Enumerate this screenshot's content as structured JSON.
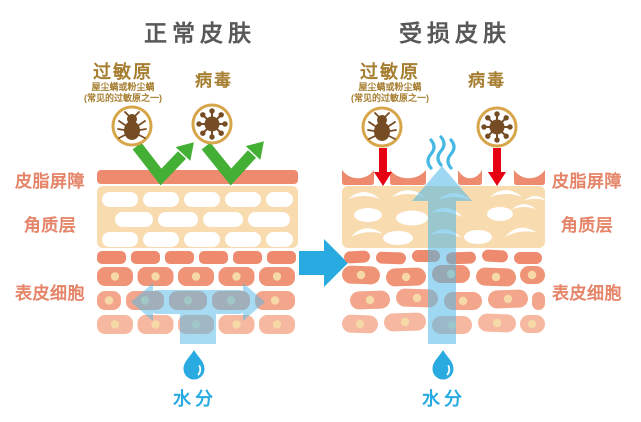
{
  "titles": {
    "normal": "正常皮肤",
    "damaged": "受损皮肤"
  },
  "labels": {
    "allergen": "过敏原",
    "allergen_sub1": "屋尘螨或粉尘螨",
    "allergen_sub2": "(常见的过敏原之一)",
    "virus": "病毒",
    "water": "水分",
    "sebum_barrier": "皮脂屏障",
    "stratum_corneum": "角质层",
    "epidermal_cells": "表皮细胞"
  },
  "icons": {
    "mite": "dust-mite-icon",
    "virus": "virus-icon",
    "droplet": "water-droplet-icon",
    "bounce_arrow": "green-reflect-arrow",
    "penetrate_arrow": "red-penetration-arrow",
    "moisture_arrow": "moisture-flow-arrow",
    "transition_arrow": "blue-right-arrow",
    "steam": "evaporation-steam-icon"
  },
  "colors": {
    "title_gray": "#5a5757",
    "label_brown": "#a67e30",
    "layer_label_salmon": "#e58468",
    "barrier_coral": "#ee8a6e",
    "stratum_bg_tan": "#f8dbae",
    "cell_row1": "#ee8a6e",
    "cell_row2": "#f09478",
    "cell_row3": "#f3a68c",
    "cell_row4": "#f6b8a0",
    "nucleus_beige": "#f5d9a6",
    "green_arrow": "#44af35",
    "red_arrow": "#e60012",
    "blue": "#29abe2",
    "translucent_blue": "#4fb8e8",
    "icon_ring_gold": "#d8a64a",
    "icon_brown": "#754c24"
  }
}
